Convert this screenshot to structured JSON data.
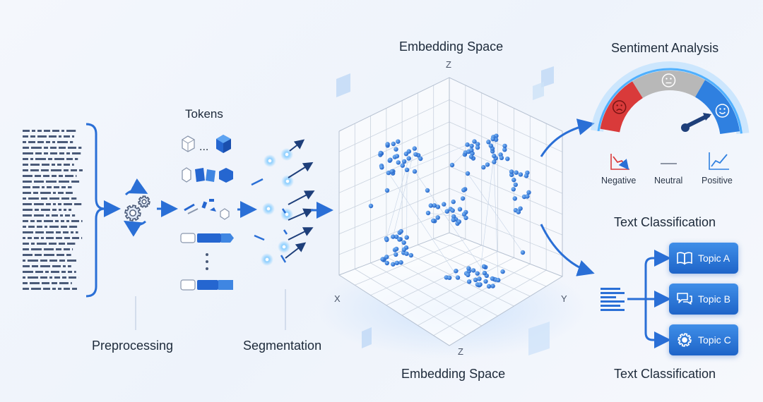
{
  "stages": {
    "preprocessing": "Preprocessing",
    "tokens": "Tokens",
    "segmentation": "Segmentation",
    "embedding_top": "Embedding Space",
    "embedding_bottom": "Embedding Space",
    "sentiment": "Sentiment Analysis",
    "classification_top": "Text Classification",
    "classification_bottom": "Text Classification"
  },
  "axes": {
    "z_top": "Z",
    "z_bottom": "Z",
    "x": "X",
    "y": "Y"
  },
  "sentiment_scale": {
    "negative": "Negative",
    "neutral": "Neutral",
    "positive": "Positive"
  },
  "topics": [
    {
      "label": "Topic A",
      "icon": "book-icon"
    },
    {
      "label": "Topic B",
      "icon": "chat-icon"
    },
    {
      "label": "Topic C",
      "icon": "gear-icon"
    }
  ],
  "colors": {
    "accent": "#2a6fd6",
    "negative": "#d93a3a",
    "neutral": "#a9a9a9",
    "positive": "#2f80e0",
    "text_lines": "#4a5a78"
  }
}
